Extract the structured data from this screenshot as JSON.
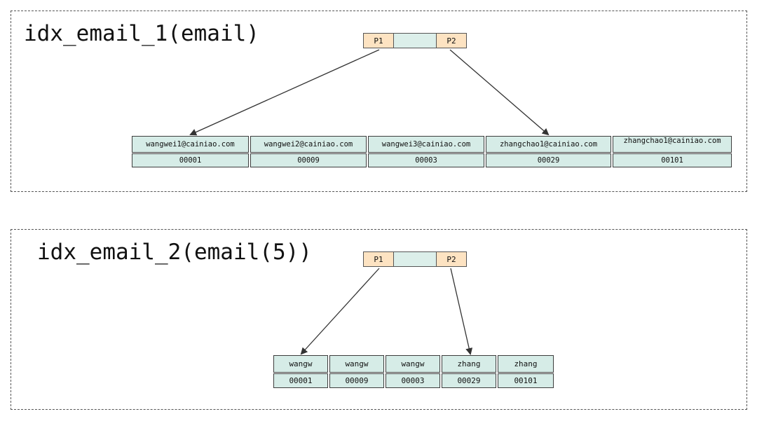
{
  "index1": {
    "title": "idx_email_1(email)",
    "node": {
      "p1": "P1",
      "p2": "P2"
    },
    "leaves": [
      {
        "key": "wangwei1@cainiao.com",
        "id": "00001"
      },
      {
        "key": "wangwei2@cainiao.com",
        "id": "00009"
      },
      {
        "key": "wangwei3@cainiao.com",
        "id": "00003"
      },
      {
        "key": "zhangchao1@cainiao.com",
        "id": "00029"
      },
      {
        "key": "zhangchao1@cainiao.com",
        "id": "00101"
      }
    ]
  },
  "index2": {
    "title": "idx_email_2(email(5))",
    "node": {
      "p1": "P1",
      "p2": "P2"
    },
    "leaves": [
      {
        "key": "wangw",
        "id": "00001"
      },
      {
        "key": "wangw",
        "id": "00009"
      },
      {
        "key": "wangw",
        "id": "00003"
      },
      {
        "key": "zhang",
        "id": "00029"
      },
      {
        "key": "zhang",
        "id": "00101"
      }
    ]
  },
  "colors": {
    "pointer_fill": "#fde3c2",
    "cell_fill": "#d6ece7",
    "node_mid_fill": "#dcefea",
    "border": "#3d3d3d",
    "arrow": "#333333"
  }
}
